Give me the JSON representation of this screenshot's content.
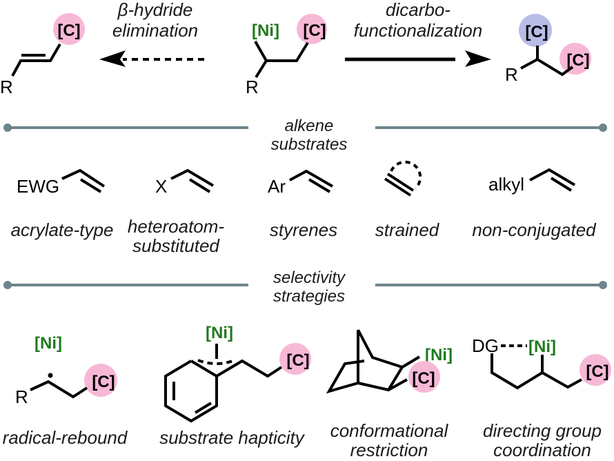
{
  "colors": {
    "nickel_label": "#1f7a1f",
    "carbon_circle_pink": "#f7b8d6",
    "carbon_circle_blue": "#b9bce8",
    "divider": "#6e848c",
    "text": "#000000"
  },
  "top_scheme": {
    "left_product": {
      "substituent": "R",
      "group": "[C]"
    },
    "left_arrow_label": [
      "β-hydride",
      "elimination"
    ],
    "intermediate": {
      "metal": "[Ni]",
      "group": "[C]",
      "substituent": "R"
    },
    "right_arrow_label": [
      "dicarbo-",
      "functionalization"
    ],
    "right_product": {
      "group_top": "[C]",
      "group_right": "[C]",
      "substituent": "R"
    }
  },
  "section_alkene": {
    "title": [
      "alkene",
      "substrates"
    ],
    "items": [
      {
        "substituent": "EWG",
        "caption": [
          "acrylate-type"
        ]
      },
      {
        "substituent": "X",
        "caption": [
          "heteroatom-",
          "substituted"
        ]
      },
      {
        "substituent": "Ar",
        "caption": [
          "styrenes"
        ]
      },
      {
        "substituent": "",
        "caption": [
          "strained"
        ]
      },
      {
        "substituent": "alkyl",
        "caption": [
          "non-conjugated"
        ]
      }
    ]
  },
  "section_selectivity": {
    "title": [
      "selectivity",
      "strategies"
    ],
    "items": [
      {
        "metal": "[Ni]",
        "group": "[C]",
        "substituent": "R",
        "caption": [
          "radical-rebound"
        ]
      },
      {
        "metal": "[Ni]",
        "group": "[C]",
        "caption": [
          "substrate hapticity"
        ]
      },
      {
        "metal": "[Ni]",
        "group": "[C]",
        "caption": [
          "conformational",
          "restriction"
        ]
      },
      {
        "metal": "[Ni]",
        "group": "[C]",
        "directing_group": "DG",
        "caption": [
          "directing group",
          "coordination"
        ]
      }
    ]
  }
}
